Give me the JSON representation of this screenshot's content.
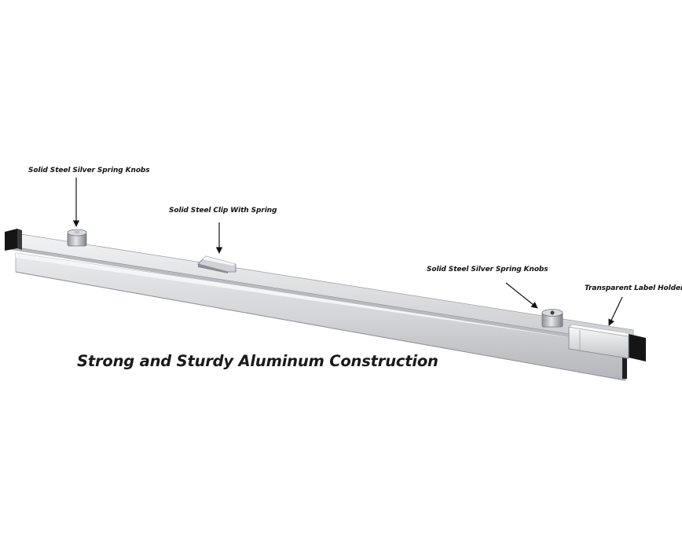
{
  "callouts": {
    "knobs_left": "Solid Steel Silver Spring Knobs",
    "clip": "Solid Steel Clip With Spring",
    "knobs_right": "Solid Steel Silver Spring Knobs",
    "label_holders": "Transparent Label Holders"
  },
  "headline": "Strong and Sturdy Aluminum Construction",
  "colors": {
    "background": "#ffffff",
    "aluminum_light": "#e4e6e8",
    "aluminum_mid": "#c9ccd0",
    "aluminum_dark": "#9fa3a8",
    "end_cap": "#151515",
    "arrow": "#111111"
  }
}
